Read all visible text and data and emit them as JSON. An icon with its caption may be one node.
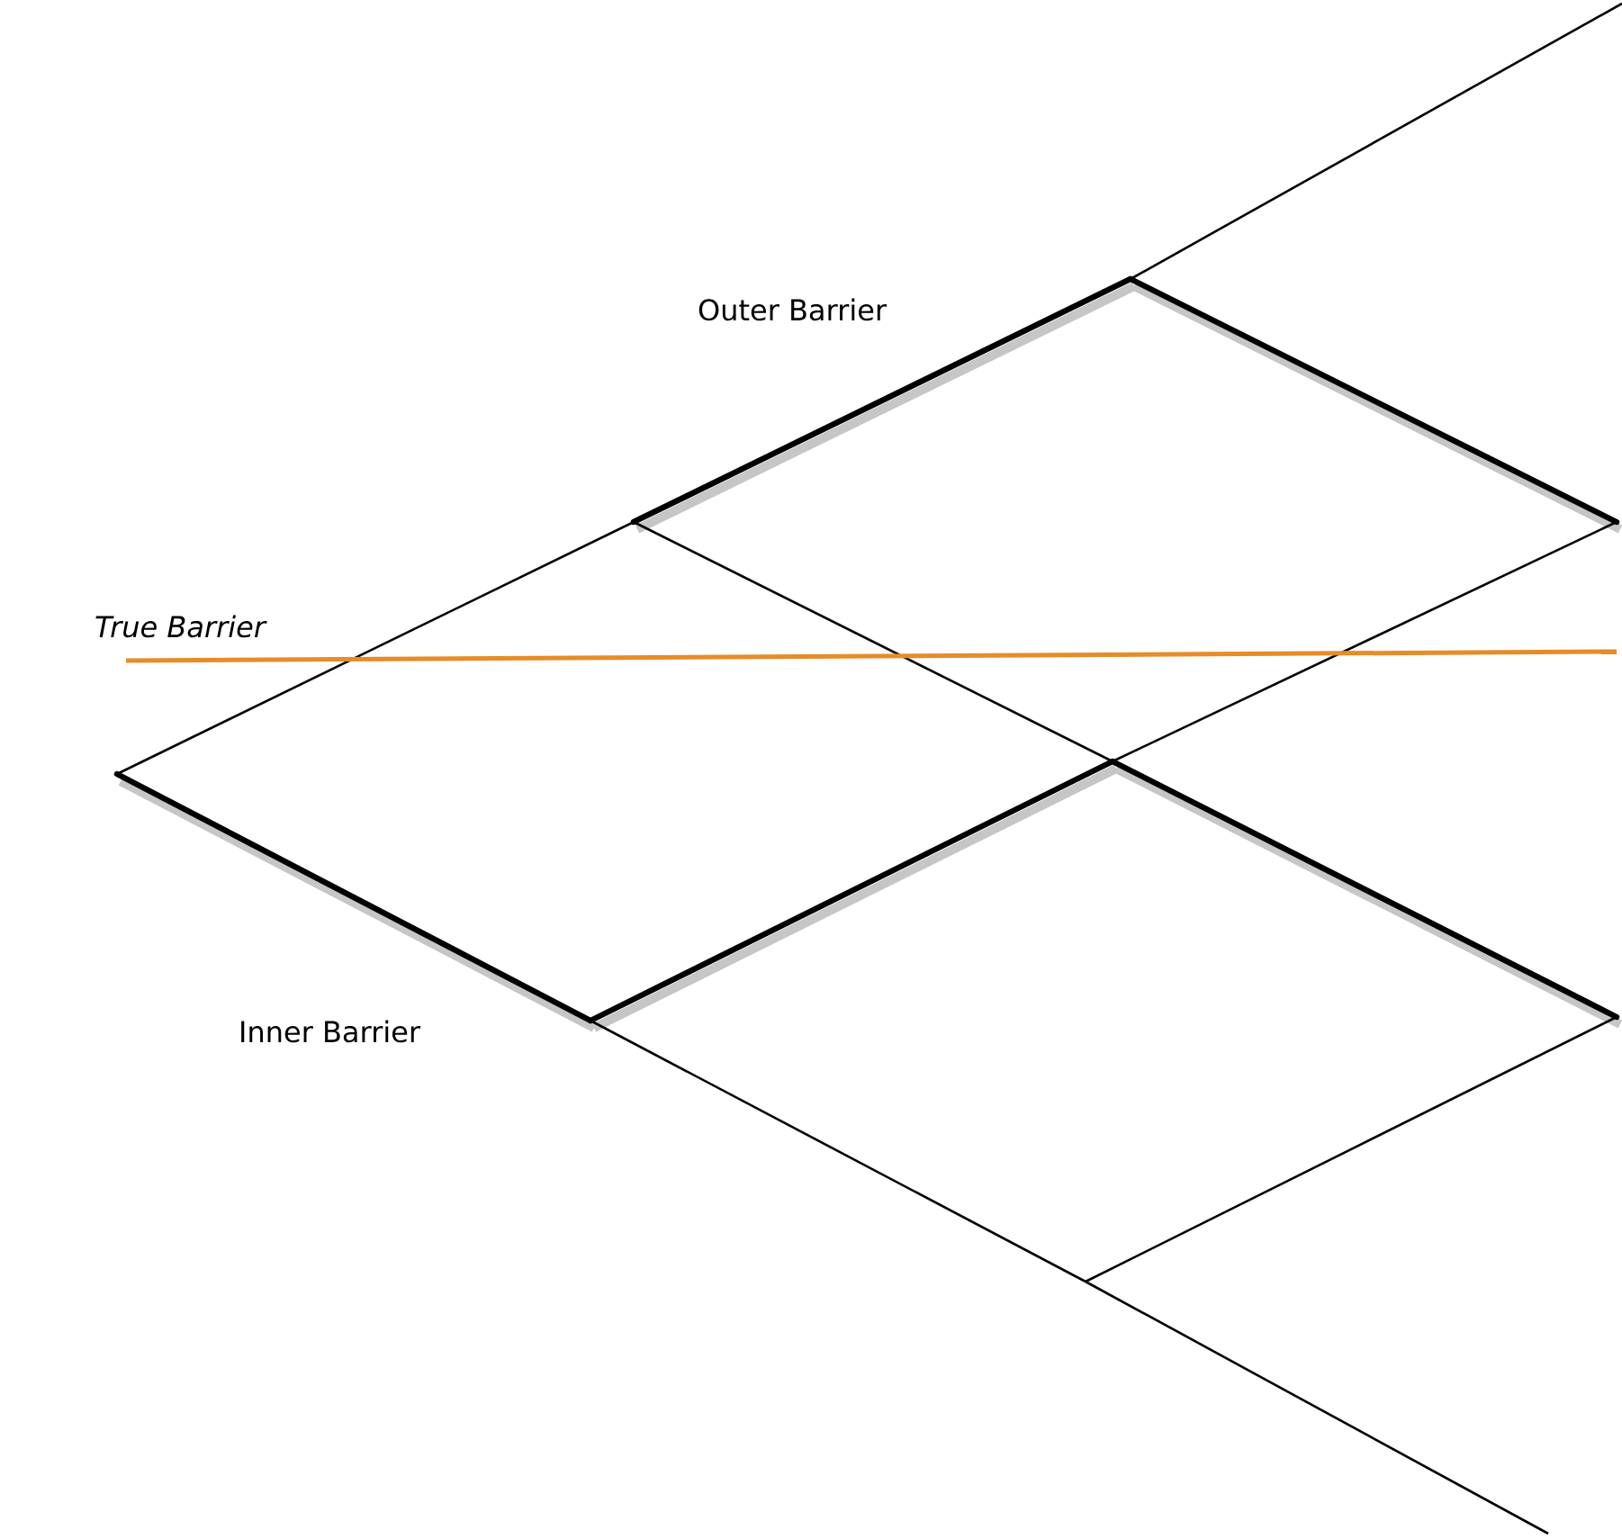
{
  "diagram": {
    "labels": [
      "Outer Barrier",
      "True Barrier",
      "Inner Barrier"
    ]
  }
}
